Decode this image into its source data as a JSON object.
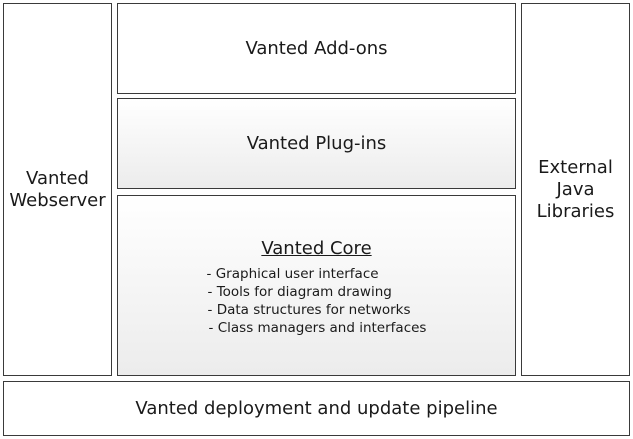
{
  "diagram": {
    "webserver": {
      "label": "Vanted\nWebserver"
    },
    "addons": {
      "label": "Vanted Add-ons"
    },
    "plugins": {
      "label": "Vanted Plug-ins"
    },
    "core": {
      "title": "Vanted Core",
      "items": [
        "- Graphical user interface",
        "- Tools for diagram drawing",
        "- Data structures for networks",
        "- Class managers and interfaces"
      ]
    },
    "external": {
      "label": "External\nJava\nLibraries"
    },
    "pipeline": {
      "label": "Vanted deployment and update pipeline"
    }
  }
}
